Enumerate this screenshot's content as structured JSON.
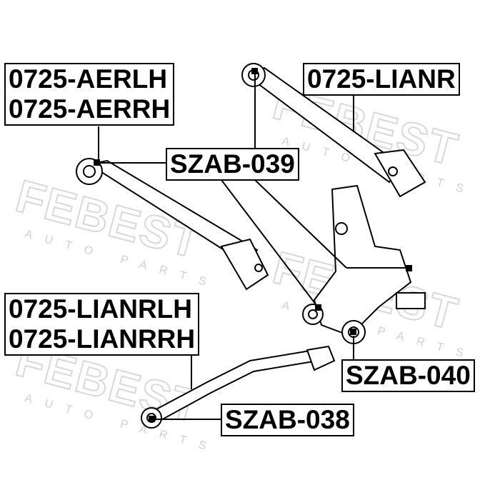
{
  "watermark": {
    "brand": "FEBEST",
    "tagline": "AUTO PARTS"
  },
  "labels": {
    "aer_lh": "0725-AERLH",
    "aer_rh": "0725-AERRH",
    "lianr": "0725-LIANR",
    "szab039": "SZAB-039",
    "lianr_lh": "0725-LIANRLH",
    "lianr_rh": "0725-LIANRRH",
    "szab040": "SZAB-040",
    "szab038": "SZAB-038"
  }
}
